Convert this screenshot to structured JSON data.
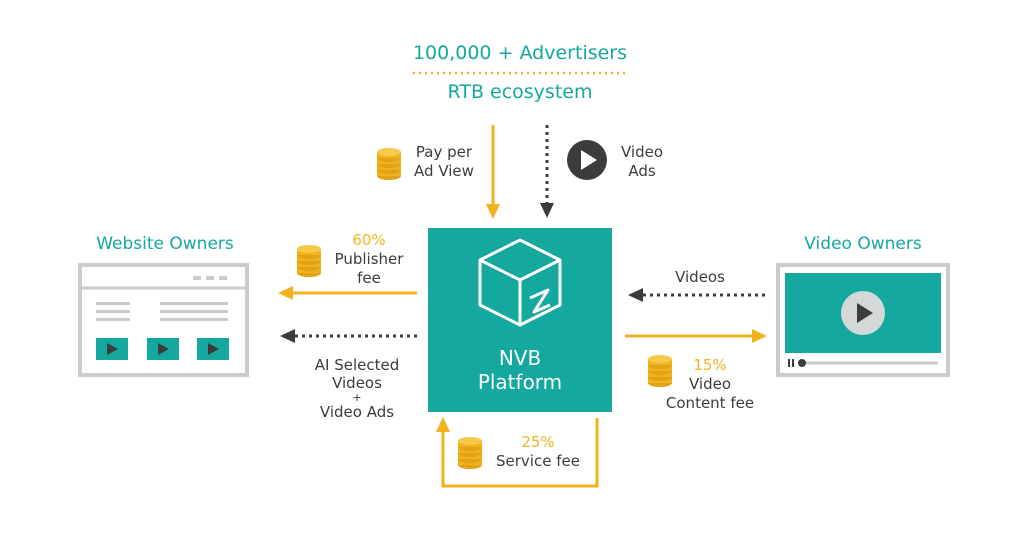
{
  "top": {
    "advertisers": "100,000 + Advertisers",
    "ecosystem": "RTB ecosystem"
  },
  "flows": {
    "pay_per_view": [
      "Pay per",
      "Ad View"
    ],
    "video_ads": [
      "Video",
      "Ads"
    ],
    "publisher": {
      "pct": "60%",
      "label": [
        "Publisher",
        "fee"
      ]
    },
    "ai_selected": [
      "AI Selected",
      "Videos",
      "+",
      "Video Ads"
    ],
    "videos": "Videos",
    "content": {
      "pct": "15%",
      "label": [
        "Video",
        "Content fee"
      ]
    },
    "service": {
      "pct": "25%",
      "label": "Service fee"
    }
  },
  "nodes": {
    "website_owners": "Website Owners",
    "video_owners": "Video Owners",
    "platform": [
      "NVB",
      "Platform"
    ]
  },
  "colors": {
    "teal": "#14a89e",
    "gold": "#f2b21d",
    "dark": "#3c3c3c",
    "grey": "#c9cccc"
  }
}
